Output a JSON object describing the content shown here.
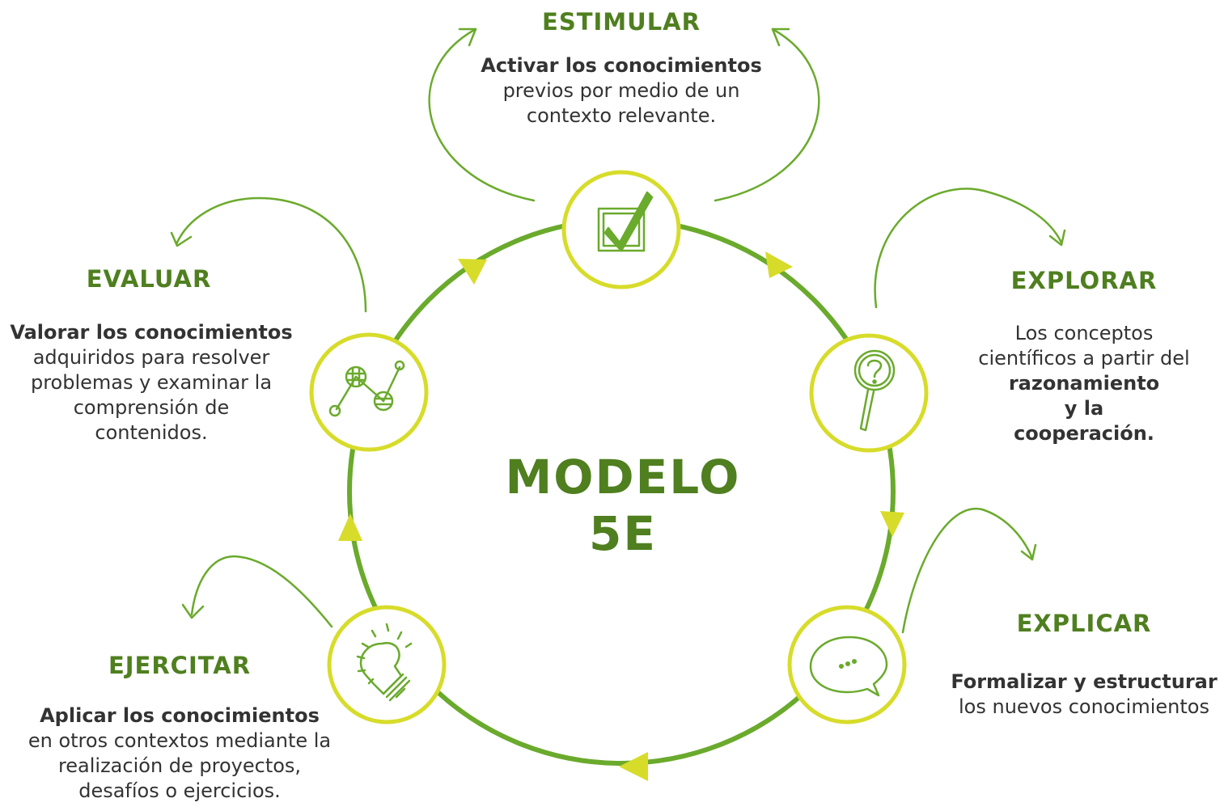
{
  "center": {
    "line1": "MODELO",
    "line2": "5E"
  },
  "stages": {
    "estimular": {
      "title": "ESTIMULAR",
      "bold": "Activar los conocimientos",
      "text": "previos por medio de un contexto relevante.",
      "icon": "checkbox-checkmark-icon"
    },
    "explorar": {
      "title": "EXPLORAR",
      "text": "Los conceptos científicos a partir del",
      "bold": "razonamiento y la cooperación.",
      "icon": "magnifier-question-icon"
    },
    "explicar": {
      "title": "EXPLICAR",
      "bold": "Formalizar y estructurar",
      "text": "los nuevos conocimientos",
      "icon": "speech-bubble-icon"
    },
    "ejercitar": {
      "title": "EJERCITAR",
      "bold": "Aplicar los conocimientos",
      "text": "en otros contextos mediante la realización de proyectos, desafíos o ejercicios.",
      "icon": "lightbulb-icon"
    },
    "evaluar": {
      "title": "EVALUAR",
      "bold": "Valorar los conocimientos",
      "text": "adquiridos para resolver problemas y examinar la comprensión de contenidos.",
      "icon": "molecule-icon"
    }
  },
  "colors": {
    "ring": "#6aaa2c",
    "circle_border": "#d7dc2a",
    "arrow": "#d7dc2a",
    "title": "#4f7f1f",
    "icon": "#6aaa2c"
  }
}
